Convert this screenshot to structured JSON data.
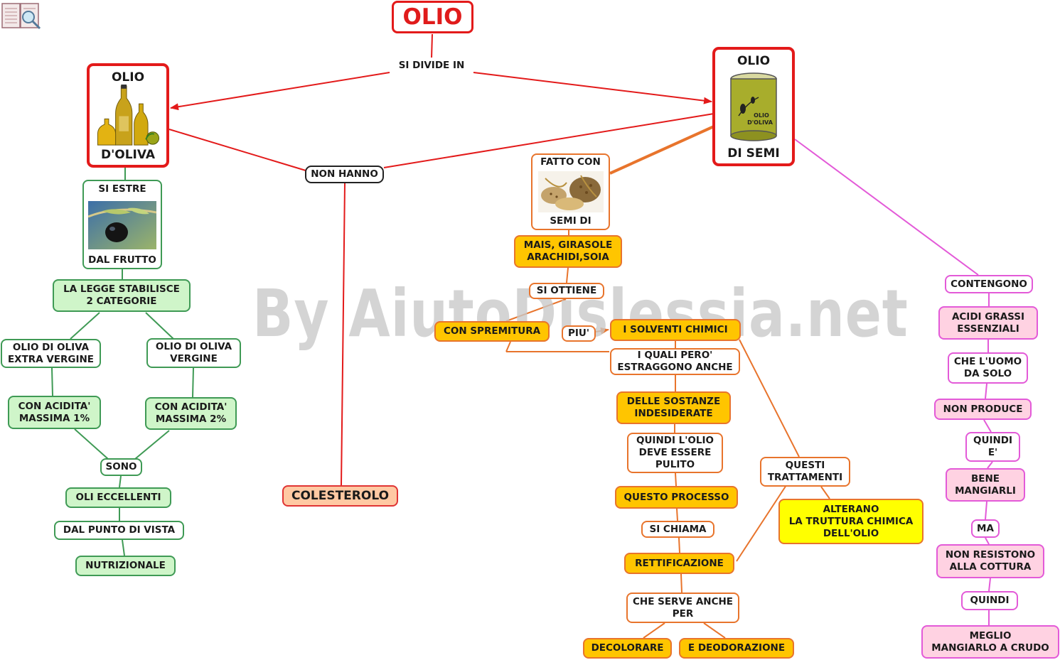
{
  "title": "OLIO",
  "watermark": "By AiutoDislessia.net",
  "links": {
    "si_divide_in": "SI DIVIDE IN",
    "non_hanno": "NON HANNO"
  },
  "olio_oliva": {
    "top": "OLIO",
    "bottom": "D'OLIVA"
  },
  "olio_semi": {
    "top": "OLIO",
    "bottom": "DI SEMI",
    "can_label": "OLIO D'OLIVA"
  },
  "colesterolo": "COLESTEROLO",
  "oliva_branch": {
    "si_estre": "SI  ESTRE",
    "dal_frutto": "DAL FRUTTO",
    "legge": "LA LEGGE STABILISCE\n2 CATEGORIE",
    "extra_vergine": "OLIO DI OLIVA\nEXTRA VERGINE",
    "vergine": "OLIO DI OLIVA\nVERGINE",
    "acidita_1": "CON ACIDITA'\nMASSIMA 1%",
    "acidita_2": "CON ACIDITA'\nMASSIMA 2%",
    "sono": "SONO",
    "eccellenti": "OLI ECCELLENTI",
    "punto_vista": "DAL PUNTO DI VISTA",
    "nutrizionale": "NUTRIZIONALE"
  },
  "semi_branch": {
    "fatto_con": "FATTO CON",
    "semi_di": "SEMI DI",
    "mais": "MAIS, GIRASOLE\nARACHIDI,SOIA",
    "si_ottiene": "SI OTTIENE",
    "spremitura": "CON SPREMITURA",
    "piu": "PIU'",
    "solventi": "I SOLVENTI CHIMICI",
    "quali_pero": "I QUALI PERO'\nESTRAGGONO ANCHE",
    "sostanze": "DELLE SOSTANZE\nINDESIDERATE",
    "quindi_olio": "QUINDI L'OLIO\nDEVE ESSERE\nPULITO",
    "processo": "QUESTO PROCESSO",
    "si_chiama": "SI CHIAMA",
    "rettificazione": "RETTIFICAZIONE",
    "serve_anche": "CHE SERVE ANCHE\nPER",
    "decolorare": "DECOLORARE",
    "deodorazione": "E DEODORAZIONE",
    "trattamenti": "QUESTI\nTRATTAMENTI",
    "alterano": "ALTERANO\nLA TRUTTURA CHIMICA\nDELL'OLIO"
  },
  "pink_branch": {
    "contengono": "CONTENGONO",
    "acidi": "ACIDI GRASSI\nESSENZIALI",
    "uomo": "CHE L'UOMO\nDA SOLO",
    "non_produce": "NON PRODUCE",
    "quindi_e": "QUINDI\nE'",
    "bene": "BENE\nMANGIARLI",
    "ma": "MA",
    "non_resistono": "NON RESISTONO\nALLA COTTURA",
    "quindi": "QUINDI",
    "meglio": "MEGLIO\nMANGIARLO A CRUDO"
  },
  "colors": {
    "red": "#e31a1a",
    "green": "#3f9a55",
    "orange": "#e8742c",
    "pink": "#e35ad8",
    "gold": "#ffc500",
    "yellow": "#ffff00"
  }
}
